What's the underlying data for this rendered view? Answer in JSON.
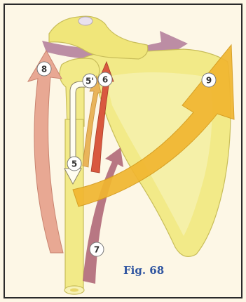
{
  "figure": {
    "caption": "Fig. 68",
    "labels": {
      "arrow_8": "8",
      "arrow_5prime": "5'",
      "arrow_6": "6",
      "arrow_9": "9",
      "arrow_5": "5",
      "arrow_7": "7"
    },
    "colors": {
      "background": "#fdf7e6",
      "frame": "#2a2a2a",
      "bone": "#f2ea88",
      "bone_light": "#f7f2b6",
      "bone_edge": "#c8bd5a",
      "arrow_8": "#e8a893",
      "arrow_6": "#d9583f",
      "arrow_5prime": "#e9b45a",
      "arrow_9": "#f1b630",
      "arrow_7": "#b06878",
      "arrow_top": "#b07a98",
      "arrow_5": "#fffdf0",
      "caption": "#2f55a0"
    }
  }
}
